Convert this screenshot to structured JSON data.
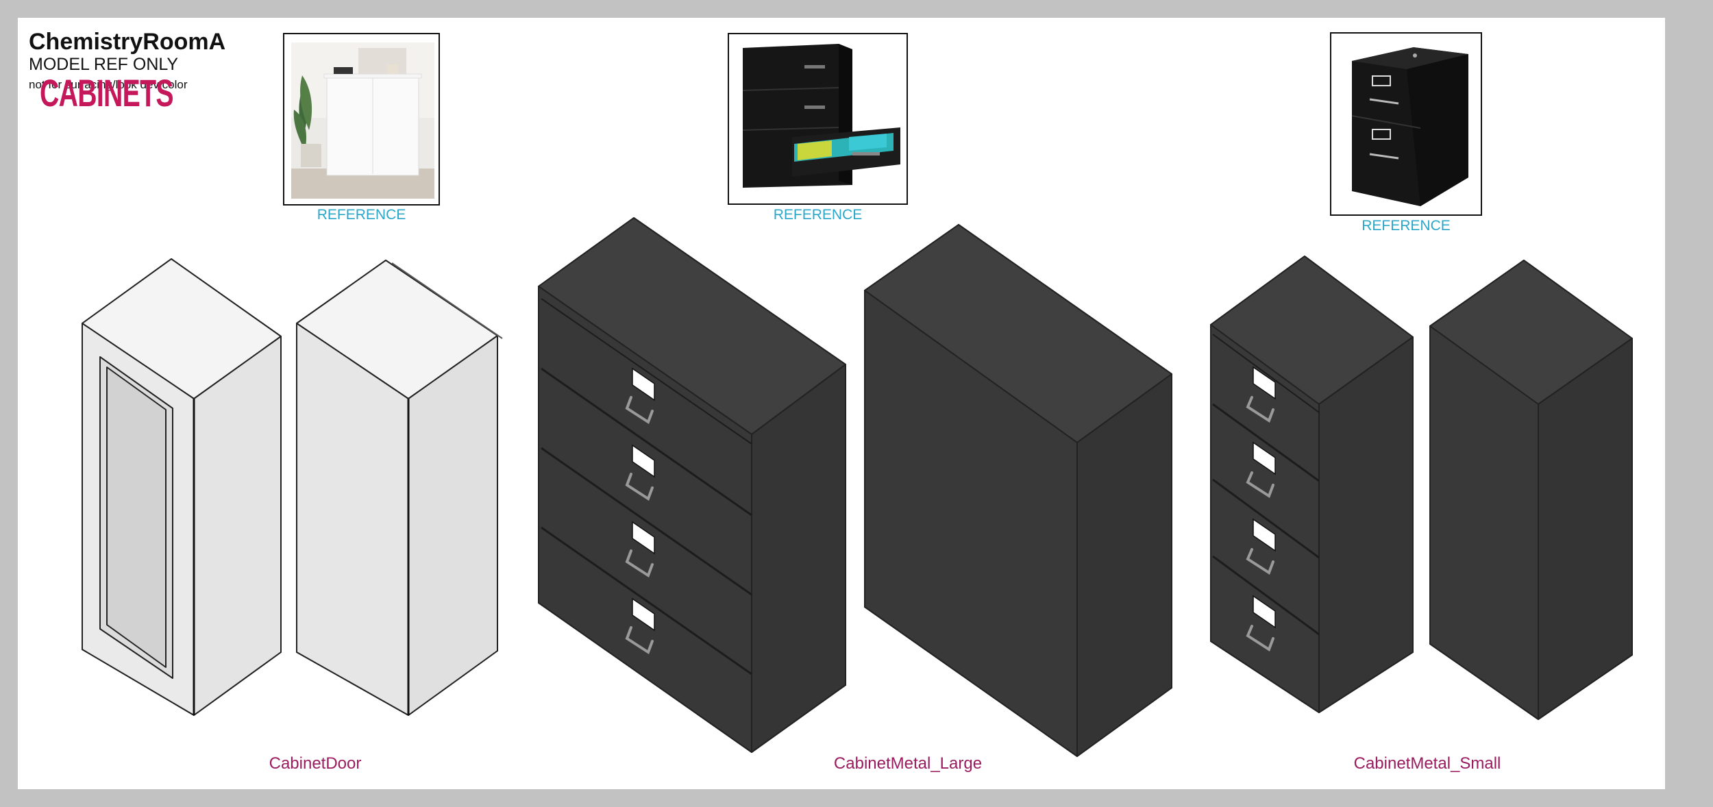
{
  "sheet": {
    "title": "ChemistryRoomA",
    "subtitle": "MODEL REF ONLY",
    "note": "not for surfacing/look dev/color",
    "category": "CABINETS"
  },
  "references": [
    {
      "label": "REFERENCE",
      "depicts": "white two-door cabinet with plant"
    },
    {
      "label": "REFERENCE",
      "depicts": "black lateral file cabinet with open drawer"
    },
    {
      "label": "REFERENCE",
      "depicts": "black two-drawer vertical file cabinet"
    }
  ],
  "models": [
    {
      "label": "CabinetDoor",
      "color": "#e6e6e6"
    },
    {
      "label": "CabinetMetal_Large",
      "color": "#3a3a3a"
    },
    {
      "label": "CabinetMetal_Small",
      "color": "#3a3a3a"
    }
  ],
  "colors": {
    "background": "#c2c2c2",
    "sheet": "#ffffff",
    "reference_label": "#2aa6c8",
    "model_label": "#9a1b5e",
    "category": "#c4185a"
  }
}
